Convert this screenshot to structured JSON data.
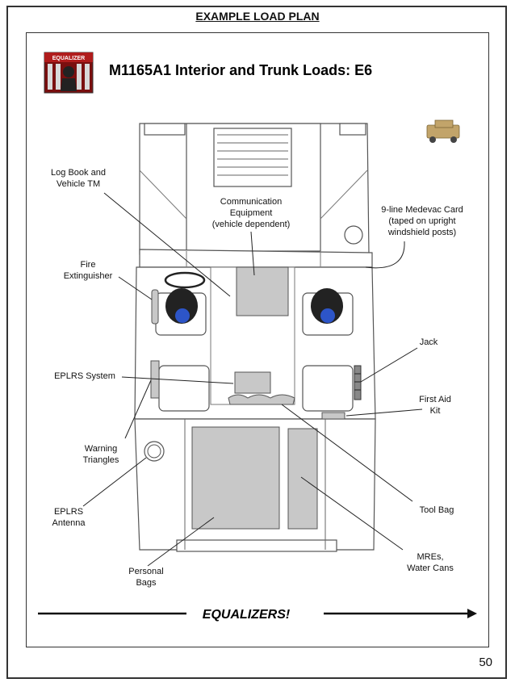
{
  "page": {
    "heading": "EXAMPLE LOAD PLAN",
    "page_number": "50"
  },
  "slide": {
    "logo": {
      "icon": "equalizer-unit-logo",
      "text": "EQUALIZER"
    },
    "title": "M1165A1 Interior and Trunk Loads: E6",
    "vehicle_icon": "humvee-icon",
    "footer": "EQUALIZERS!"
  },
  "labels": {
    "log_book": [
      "Log Book and",
      "Vehicle TM"
    ],
    "comm_equipment": [
      "Communication",
      "Equipment",
      "(vehicle dependent)"
    ],
    "medevac": [
      "9-line Medevac Card",
      "(taped on upright",
      "windshield posts)"
    ],
    "fire_ext": [
      "Fire",
      "Extinguisher"
    ],
    "jack": [
      "Jack"
    ],
    "eplrs_system": [
      "EPLRS System"
    ],
    "first_aid": [
      "First Aid",
      "Kit"
    ],
    "warning_triangles": [
      "Warning",
      "Triangles"
    ],
    "eplrs_antenna": [
      "EPLRS",
      "Antenna"
    ],
    "tool_bag": [
      "Tool Bag"
    ],
    "mres": [
      "MREs,",
      "Water Cans"
    ],
    "personal_bags": [
      "Personal",
      "Bags"
    ]
  },
  "colors": {
    "load_gray": "#c8c8c8",
    "outline": "#555555",
    "occupant_blue": "#2d55c8",
    "logo_red": "#b01c1c",
    "humvee_tan": "#c2a46a"
  }
}
